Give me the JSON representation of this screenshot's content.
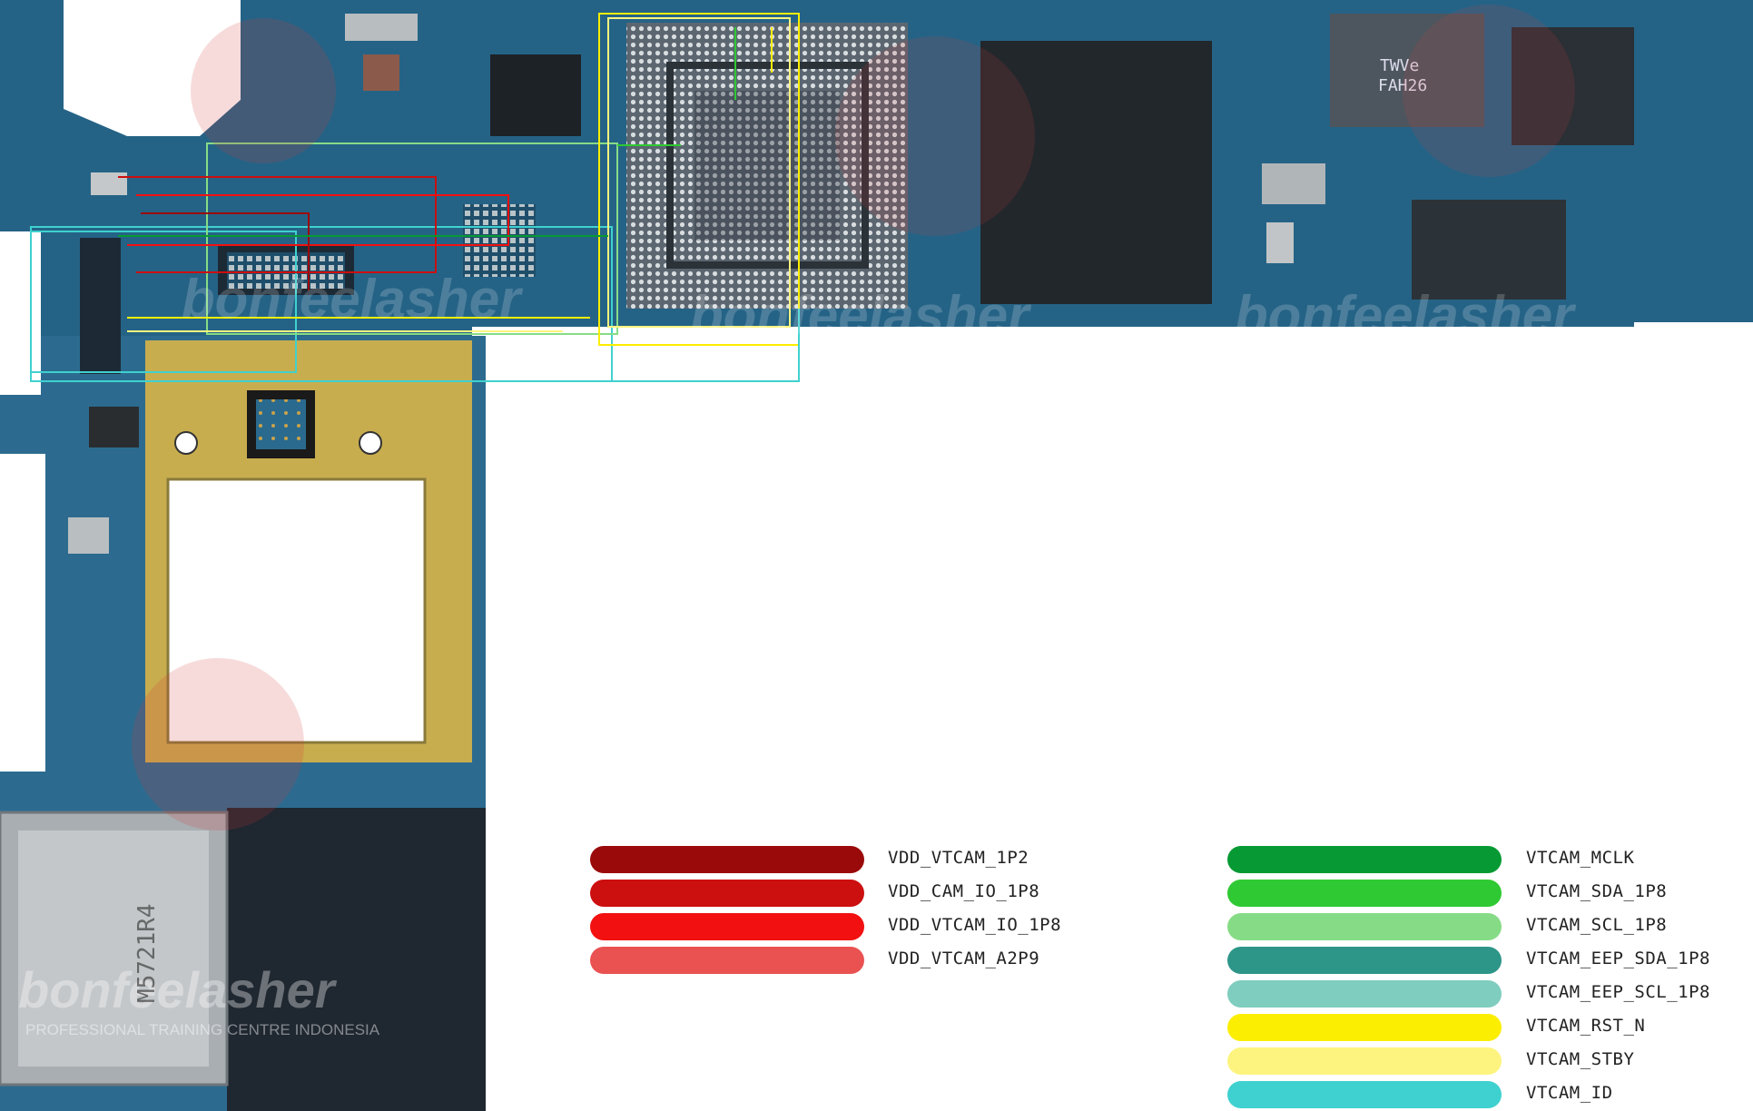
{
  "board": {
    "chip_markings": [
      "TWVe",
      "FAH26"
    ],
    "watermark_brand": "bonfeelasher",
    "watermark_sub": "PROFESSIONAL TRAINING CENTRE INDONESIA",
    "ic_mark_vertical": "M5721R4"
  },
  "legend_left": [
    {
      "label": "VDD_VTCAM_1P2",
      "color": "#9b0a0a"
    },
    {
      "label": "VDD_CAM_IO_1P8",
      "color": "#cc0f0f"
    },
    {
      "label": "VDD_VTCAM_IO_1P8",
      "color": "#f31010"
    },
    {
      "label": "VDD_VTCAM_A2P9",
      "color": "#ea5252"
    }
  ],
  "legend_right": [
    {
      "label": "VTCAM_MCLK",
      "color": "#079a34"
    },
    {
      "label": "VTCAM_SDA_1P8",
      "color": "#2fc933"
    },
    {
      "label": "VTCAM_SCL_1P8",
      "color": "#86dc86"
    },
    {
      "label": "VTCAM_EEP_SDA_1P8",
      "color": "#2e9589"
    },
    {
      "label": "VTCAM_EEP_SCL_1P8",
      "color": "#7fcdbf"
    },
    {
      "label": "VTCAM_RST_N",
      "color": "#fbee00"
    },
    {
      "label": "VTCAM_STBY",
      "color": "#fdf480"
    },
    {
      "label": "VTCAM_ID",
      "color": "#3fd1cf"
    }
  ]
}
